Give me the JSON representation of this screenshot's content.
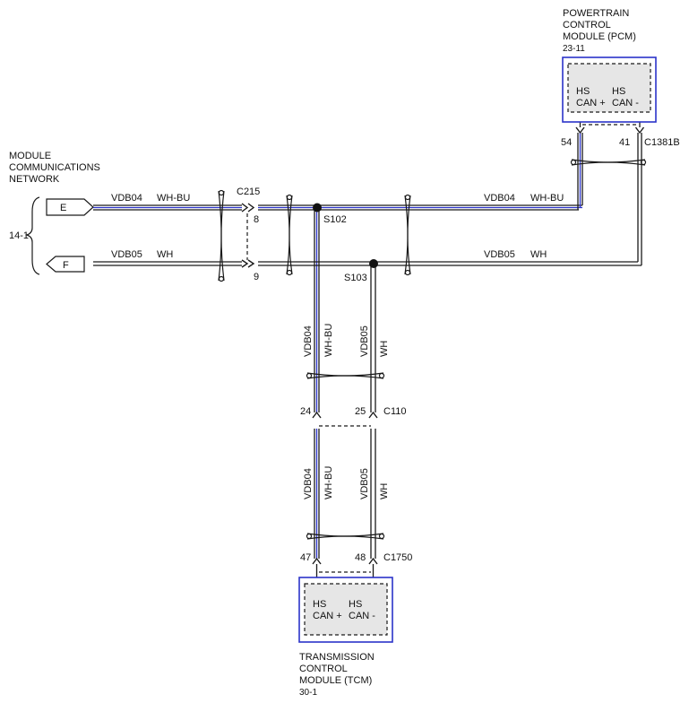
{
  "network_label": [
    "MODULE",
    "COMMUNICATIONS",
    "NETWORK"
  ],
  "network_ref": "14-1",
  "connectors": {
    "E": "E",
    "F": "F",
    "c215": "C215",
    "c215_pin8": "8",
    "c215_pin9": "9",
    "c1381b": "C1381B",
    "c1381b_pin54": "54",
    "c1381b_pin41": "41",
    "c110": "C110",
    "c110_pin24": "24",
    "c110_pin25": "25",
    "c1750": "C1750",
    "c1750_pin47": "47",
    "c1750_pin48": "48"
  },
  "splices": {
    "s102": "S102",
    "s103": "S103"
  },
  "circuits": {
    "vdb04": "VDB04",
    "vdb05": "VDB05",
    "wh_bu": "WH-BU",
    "wh": "WH"
  },
  "pcm": {
    "title": [
      "POWERTRAIN",
      "CONTROL",
      "MODULE (PCM)"
    ],
    "ref": "23-11",
    "pin_left": [
      "HS",
      "CAN +"
    ],
    "pin_right": [
      "HS",
      "CAN -"
    ]
  },
  "tcm": {
    "title": [
      "TRANSMISSION",
      "CONTROL",
      "MODULE (TCM)"
    ],
    "ref": "30-1",
    "pin_left": [
      "HS",
      "CAN +"
    ],
    "pin_right": [
      "HS",
      "CAN -"
    ]
  },
  "colors": {
    "wire_blue": "#2b33c9",
    "wire_black": "#1a1a1a",
    "module_fill": "#e6e6e6"
  }
}
